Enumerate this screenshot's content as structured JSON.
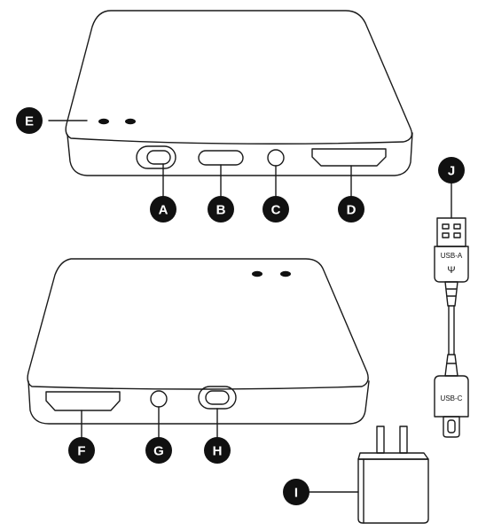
{
  "callouts": {
    "A": "A",
    "B": "B",
    "C": "C",
    "D": "D",
    "E": "E",
    "F": "F",
    "G": "G",
    "H": "H",
    "I": "I",
    "J": "J"
  },
  "cable": {
    "usb_a_label": "USB-A",
    "usb_c_label": "USB-C",
    "usb_symbol": "Ψ"
  },
  "colors": {
    "outline": "#1a1a1a",
    "callout_fill": "#111111",
    "callout_text": "#ffffff",
    "background": "#ffffff"
  }
}
